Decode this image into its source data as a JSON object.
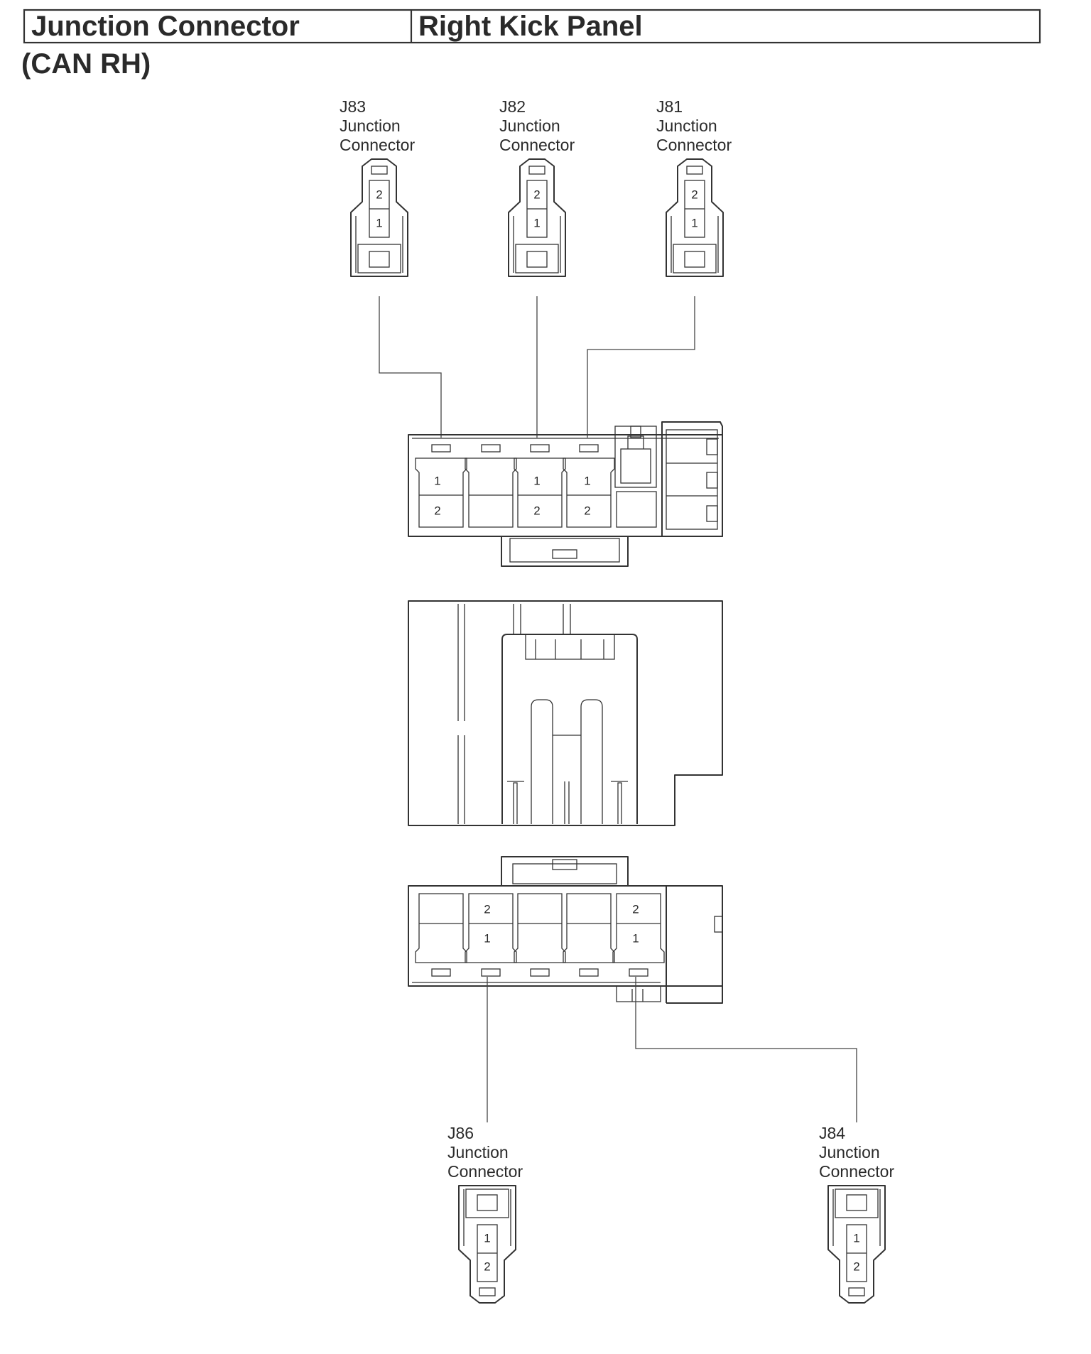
{
  "header": {
    "cell_1": "Junction Connector",
    "cell_2": "Right Kick Panel",
    "subtitle": "(CAN RH)"
  },
  "connectors": [
    {
      "id": "J83",
      "line1": "Junction",
      "line2": "Connector"
    },
    {
      "id": "J82",
      "line1": "Junction",
      "line2": "Connector"
    },
    {
      "id": "J81",
      "line1": "Junction",
      "line2": "Connector"
    },
    {
      "id": "J86",
      "line1": "Junction",
      "line2": "Connector"
    },
    {
      "id": "J84",
      "line1": "Junction",
      "line2": "Connector"
    }
  ],
  "pin_labels": {
    "one": "1",
    "two": "2"
  },
  "colors": {
    "line": "#333333",
    "text": "#2a2a2a",
    "background": "#ffffff"
  }
}
